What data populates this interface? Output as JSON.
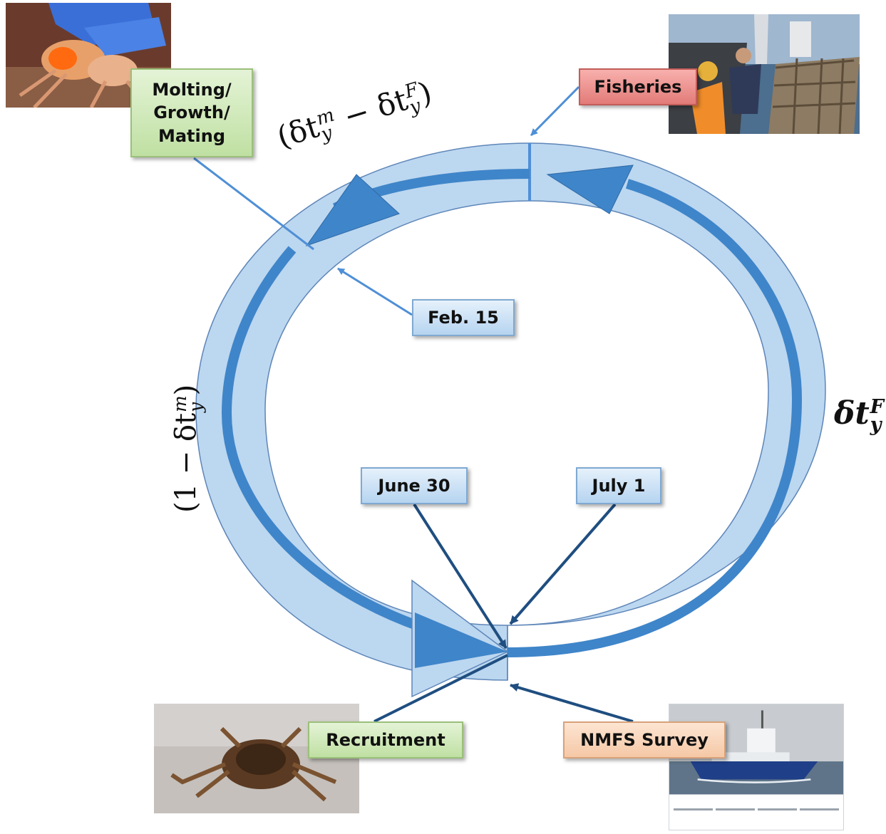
{
  "labels": {
    "molting_line1": "Molting/",
    "molting_line2": "Growth/",
    "molting_line3": "Mating",
    "fisheries": "Fisheries",
    "feb15": "Feb. 15",
    "june30": "June 30",
    "july1": "July 1",
    "recruitment": "Recruitment",
    "nmfs_survey": "NMFS Survey"
  },
  "math": {
    "top_arc": {
      "open": "(",
      "delta1": "δt",
      "sup1": "m",
      "sub1": "y",
      "minus": " − ",
      "delta2": "δt",
      "sup2": "F",
      "sub2": "y",
      "close": ")"
    },
    "right_arc": {
      "delta": "δt",
      "sup": "F",
      "sub": "y"
    },
    "left_arc": {
      "open": "(",
      "one": "1",
      "minus": " − ",
      "delta": "δt",
      "sup": "m",
      "sub": "y",
      "close": ")"
    }
  },
  "colors": {
    "ring_fill": "#bcd7f0",
    "ring_stroke": "#5e86b8",
    "arrow_fill": "#3f85c9",
    "connector_light": "#4f8fd6",
    "connector_dark": "#1f4e80"
  },
  "photos": [
    {
      "id": "crab-molting-photo",
      "icon": "crab-in-gloved-hand"
    },
    {
      "id": "fishing-boat-photo",
      "icon": "fishermen-with-crab-pot"
    },
    {
      "id": "juvenile-crab-photo",
      "icon": "small-crab"
    },
    {
      "id": "survey-vessel-photo",
      "icon": "research-vessel"
    }
  ]
}
